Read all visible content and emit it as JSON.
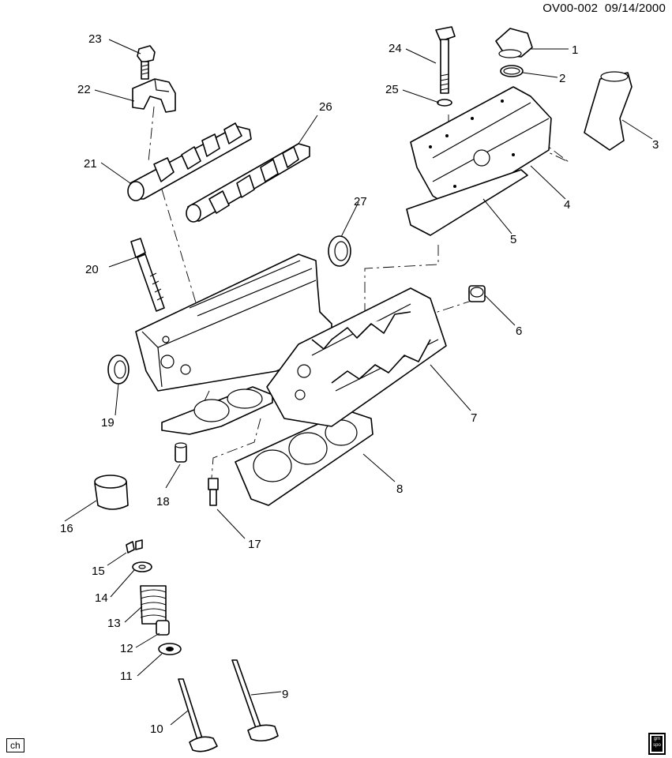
{
  "header": {
    "code": "OV00-002",
    "date": "09/14/2000"
  },
  "badge": {
    "label": "ch"
  },
  "logo": {
    "lines": [
      "gm",
      "spo"
    ]
  },
  "callouts": [
    "1",
    "2",
    "3",
    "4",
    "5",
    "6",
    "7",
    "8",
    "9",
    "10",
    "11",
    "12",
    "13",
    "14",
    "15",
    "16",
    "17",
    "18",
    "19",
    "20",
    "21",
    "22",
    "23",
    "24",
    "25",
    "26",
    "27"
  ]
}
